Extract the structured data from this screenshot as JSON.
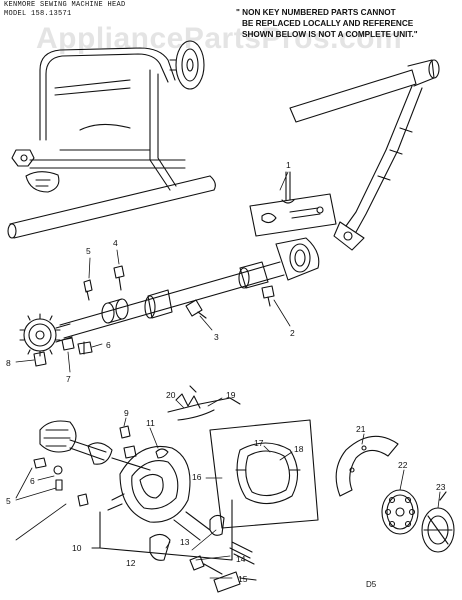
{
  "header": {
    "title_line1": "KENMORE SEWING MACHINE HEAD",
    "title_line2": "MODEL 158.13571"
  },
  "note": {
    "line1": "\" NON KEY NUMBERED PARTS CANNOT",
    "line2": "BE REPLACED LOCALLY AND REFERENCE",
    "line3": "SHOWN BELOW IS NOT A COMPLETE UNIT.\""
  },
  "watermark": "AppliancePartsPros.com",
  "page_code": "D5",
  "part_numbers": [
    "1",
    "2",
    "3",
    "4",
    "5",
    "6",
    "7",
    "8",
    "9",
    "10",
    "11",
    "12",
    "13",
    "14",
    "15",
    "16",
    "17",
    "18",
    "19",
    "20",
    "21",
    "22",
    "23"
  ],
  "part_labels": {
    "p1": "1",
    "p2": "2",
    "p3": "3",
    "p4": "4",
    "p5a": "5",
    "p6a": "6",
    "p7": "7",
    "p8": "8",
    "p9": "9",
    "p10": "10",
    "p11": "11",
    "p12": "12",
    "p13": "13",
    "p14": "14",
    "p15": "15",
    "p16": "16",
    "p17": "17",
    "p18": "18",
    "p19": "19",
    "p20": "20",
    "p21": "21",
    "p22": "22",
    "p23": "23",
    "p5b": "5",
    "p6b": "6"
  },
  "colors": {
    "ink": "#111111",
    "paper": "#ffffff"
  }
}
